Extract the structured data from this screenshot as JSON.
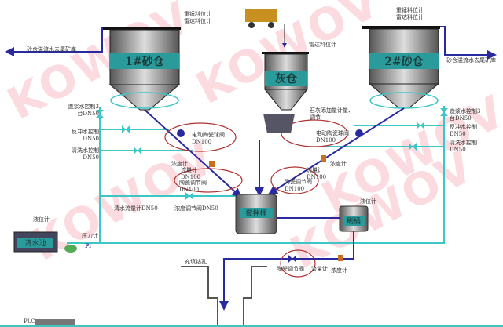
{
  "watermark": "KOWOV",
  "bins": {
    "sand1": "1#砂仓",
    "sand2": "2#砂仓",
    "ash": "灰仓",
    "mixer": "搅拌桶",
    "buffer": "刷桶",
    "water_pool": "清水池"
  },
  "labels": {
    "overflow_left": "砂仓溢流水去尾矿库",
    "overflow_right": "砂仓溢流水去尾矿库",
    "level1": "重锤料位计",
    "radar1": "雷达料位计",
    "level2": "重锤料位计",
    "radar2": "雷达料位计",
    "radar_ash": "雷达料位计",
    "lime": "石灰添加量计量、调节",
    "slurry_water_l": "造浆水控制3台DN50",
    "backflush_l": "反冲水控制DN50",
    "wash_l": "清洗水控制DN50",
    "slurry_water_r": "造浆水控制3台DN50",
    "backflush_r": "反冲水控制DN50",
    "wash_r": "清洗水控制DN50",
    "ball_valve_l": "电动陶瓷球阀DN100",
    "ball_valve_r": "电动陶瓷球阀DN100",
    "density_l": "浓度计",
    "flow_l": "流量计DN100",
    "ctrl_valve_l": "陶瓷调节阀DN100",
    "density_r": "浓度计",
    "flow_r": "流量计DN100",
    "ctrl_valve_r": "陶瓷调节阀DN100",
    "clean_flow": "清水流量计DN50",
    "density_valve": "浓度调节阀DN50",
    "level_mixer": "液位计",
    "level_pool": "液位计",
    "pressure": "压力计",
    "pi": "Pi",
    "borehole": "充填钻孔",
    "ctrl_valve_b": "陶瓷调节阀",
    "flow_b": "流量计",
    "density_b": "浓度计",
    "plc": "PLC"
  },
  "colors": {
    "pipe_water": "#3cc6c6",
    "pipe_slurry": "#2a2aa0",
    "circle": "#b03030"
  }
}
